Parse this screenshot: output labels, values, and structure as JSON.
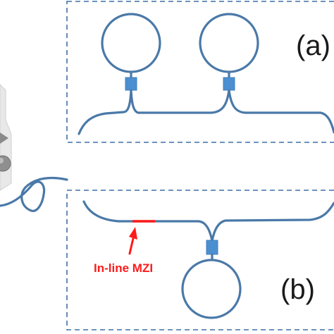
{
  "panels": {
    "a": {
      "label": "(a)"
    },
    "b": {
      "label": "(b)"
    }
  },
  "annotation": {
    "label": "In-line MZI",
    "color": "#ff1a1a"
  },
  "colors": {
    "fiber": "#4a79a8",
    "coupler": "#4c8fd0",
    "box_border": "#3f6fa5",
    "mzi_segment": "#ff1a1a"
  }
}
